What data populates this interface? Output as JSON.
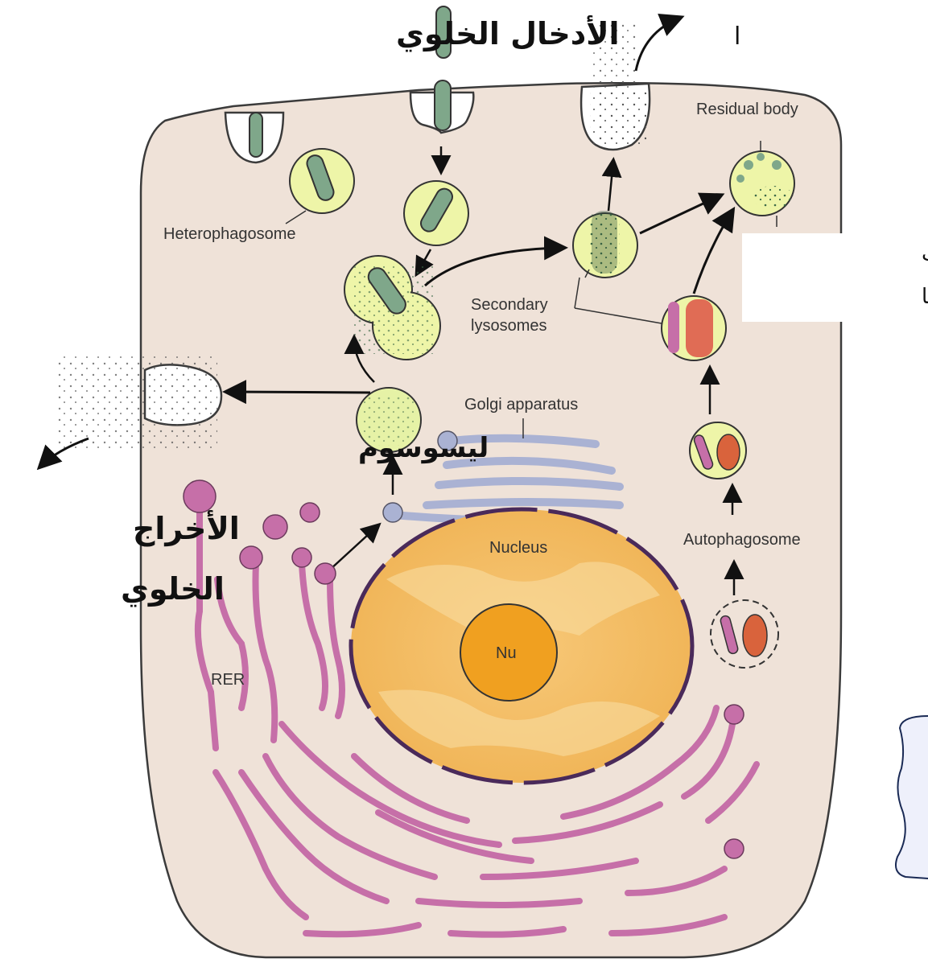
{
  "labels": {
    "endocytosis_ar": "الأدخال الخلوي",
    "stray_mark": "ا",
    "residual_body": "Residual body",
    "heterophagosome": "Heterophagosome",
    "autophagy_ar_line1": "إبتلاع المكونات",
    "autophagy_ar_line2": "الغير مرغوب بها",
    "secondary_lysosomes_line1": "Secondary",
    "secondary_lysosomes_line2": "lysosomes",
    "golgi": "Golgi apparatus",
    "lysosome_ar": "ليسوسوم",
    "exocytosis_ar_line1": "الأخراج",
    "exocytosis_ar_line2": "الخلوي",
    "nucleus": "Nucleus",
    "autophagosome": "Autophagosome",
    "nucleolus": "Nu",
    "rer": "RER"
  },
  "colors": {
    "cytoplasm": "#efe2d8",
    "vesicle_fill": "#eef5a8",
    "phagosome_content": "#7fa78a",
    "endosome_membrane_fill": "#ffffff",
    "rer": "#c66fa8",
    "golgi": "#aab2d3",
    "nucleus": "#f2b860",
    "nucleolus": "#f0a020",
    "mitochondrion": "#d9633c",
    "callout_fill": "#eef0fb",
    "callout_stroke": "#1a2a55"
  }
}
